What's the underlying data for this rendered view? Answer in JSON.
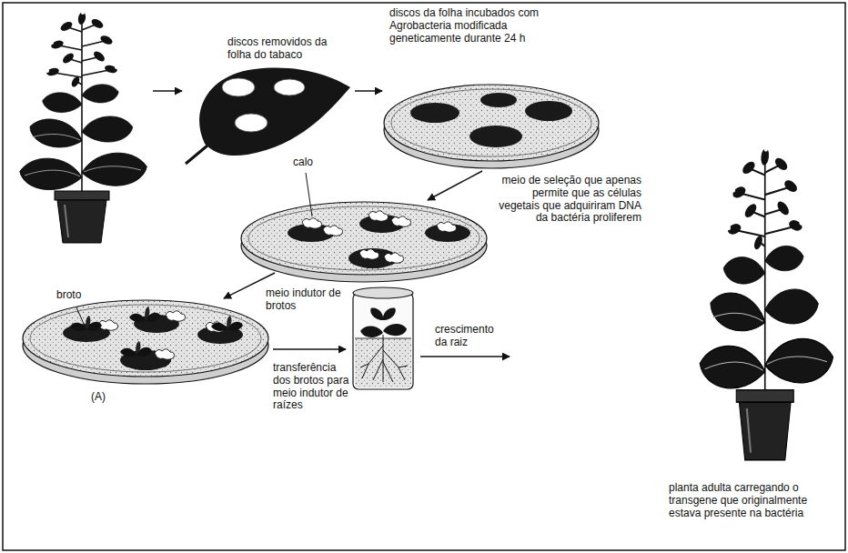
{
  "diagram": {
    "labels": [
      "discos removidos da folha do tabaco",
      "discos da folha incubados com Agrobacteria modificada geneticamente durante 24 h",
      "calo",
      "meio de seleção que apenas permite que as células vegetais que adquiriram DNA da bactéria proliferem",
      "broto",
      "meio indutor de brotos",
      "transferência dos brotos para meio indutor de raízes",
      "crescimento da raiz",
      "(A)",
      "planta adulta carregando o transgene que originalmente estava presente na bactéria"
    ]
  }
}
